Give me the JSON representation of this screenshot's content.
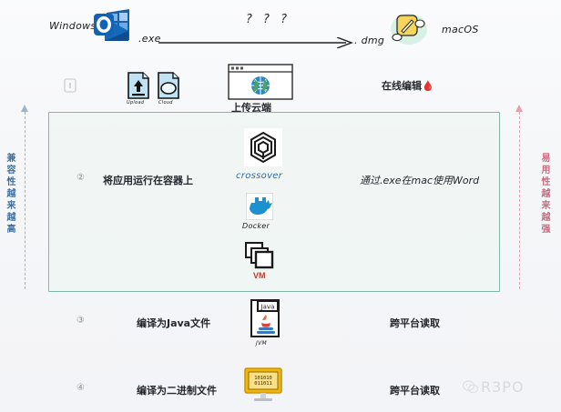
{
  "diagram": {
    "title_row": {
      "source_os": "Windows",
      "source_ext": ".exe",
      "question": "? ? ?",
      "target_ext": ". dmg",
      "target_os": "macOS"
    },
    "axis": {
      "left_label": "兼容性越来越高",
      "right_label": "易用性越来越强",
      "left_color": "#3e6f9e",
      "right_color": "#c96a7d"
    },
    "highlight_box_color": "#7fb8a4",
    "rows": [
      {
        "marker": "①",
        "left_text": "",
        "center_label": "上传云端",
        "right_text": "在线编辑🩸",
        "icons": [
          {
            "name": "upload-file-icon",
            "caption": "Upload"
          },
          {
            "name": "cloud-file-icon",
            "caption": "Cloud"
          },
          {
            "name": "browser-globe-icon",
            "caption": ""
          }
        ]
      },
      {
        "marker": "②",
        "left_text": "将应用运行在容器上",
        "right_text": "通过.exe在mac使用Word",
        "icons": [
          {
            "name": "crossover-icon",
            "caption": "crossover"
          },
          {
            "name": "docker-icon",
            "caption": "Docker"
          },
          {
            "name": "vm-icon",
            "caption": "VM"
          }
        ]
      },
      {
        "marker": "③",
        "left_text": "编译为Java文件",
        "right_text": "跨平台读取",
        "icons": [
          {
            "name": "java-file-icon",
            "caption": "JVM"
          }
        ]
      },
      {
        "marker": "④",
        "left_text": "编译为二进制文件",
        "right_text": "跨平台读取",
        "icons": [
          {
            "name": "binary-monitor-icon",
            "caption": ""
          }
        ]
      }
    ],
    "watermark": "R3PO"
  }
}
